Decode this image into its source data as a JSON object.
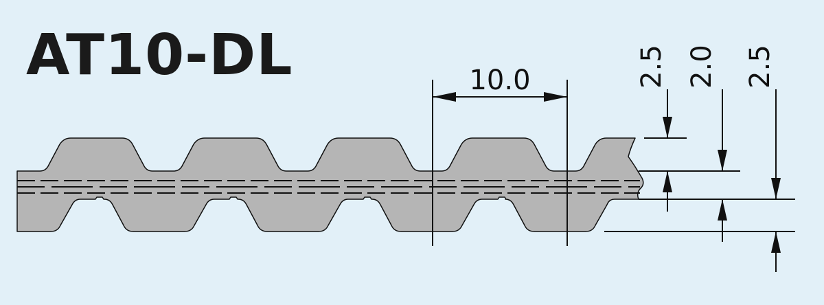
{
  "title": "AT10-DL",
  "colors": {
    "background": "#e2f0f8",
    "belt_fill": "#b5b5b5",
    "line": "#111111"
  },
  "dimensions": {
    "pitch": "10.0",
    "top_tooth_height": "2.5",
    "belt_core": "2.0",
    "bottom_tooth_height": "2.5"
  }
}
